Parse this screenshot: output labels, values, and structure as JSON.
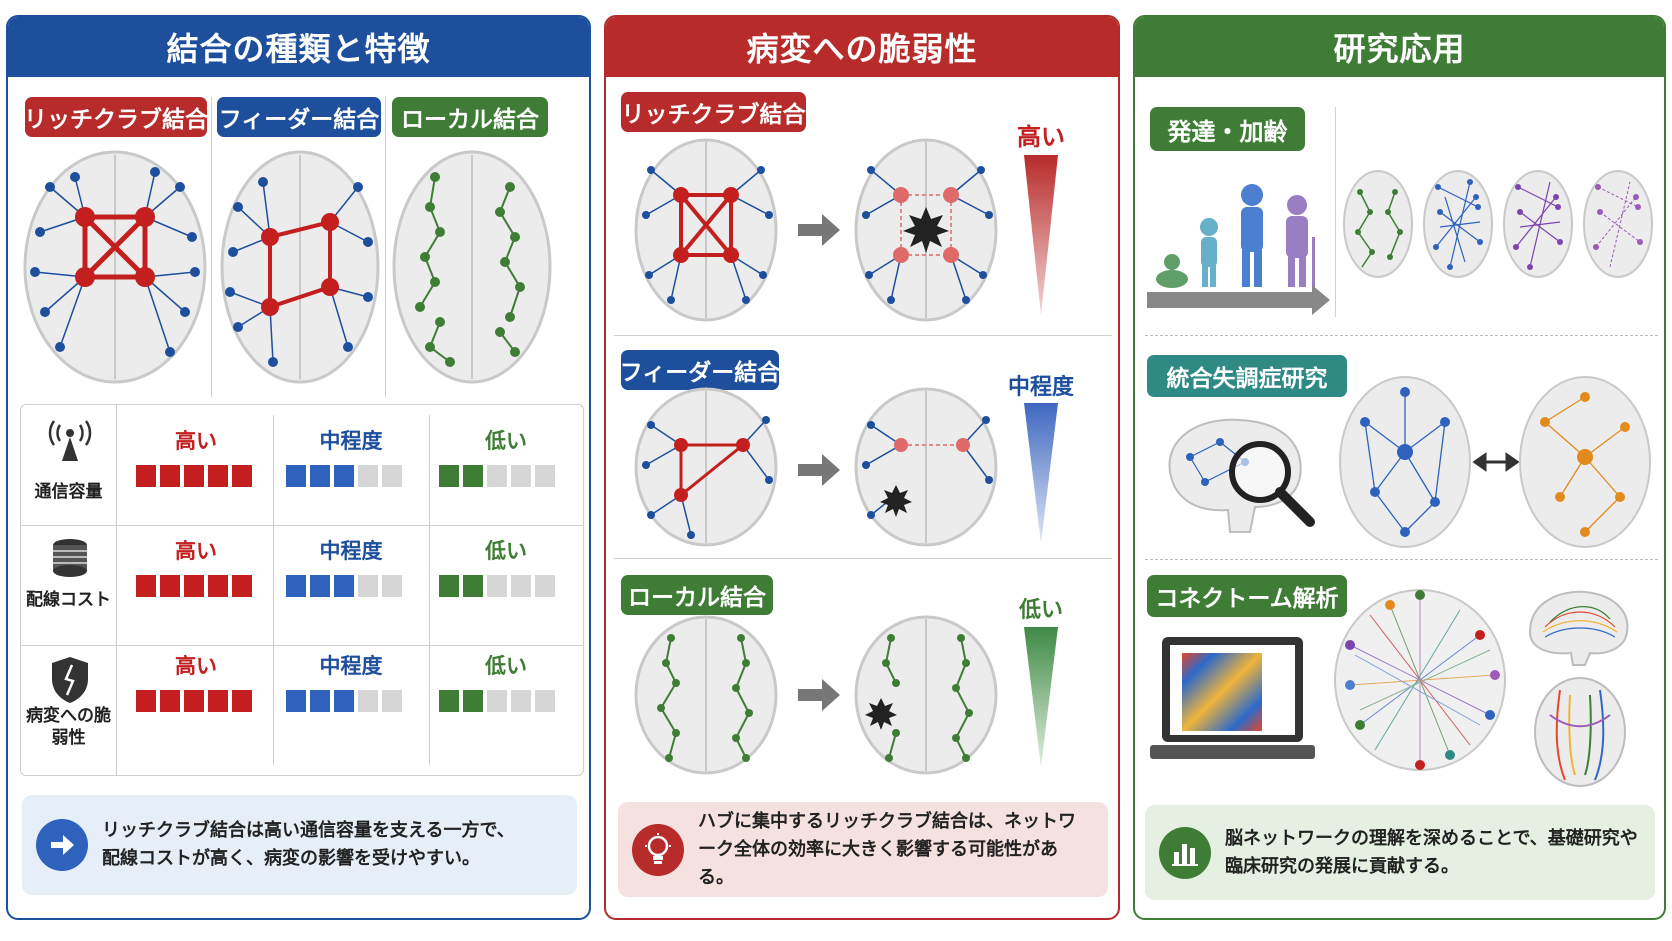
{
  "panel1": {
    "title": "結合の種類と特徴",
    "tags": [
      "リッチクラブ結合",
      "フィーダー結合",
      "ローカル結合"
    ],
    "rows": [
      {
        "label": "通信容量",
        "icon": "antenna-icon",
        "levels": [
          "高い",
          "中程度",
          "低い"
        ],
        "fills": [
          5,
          3,
          2
        ]
      },
      {
        "label": "配線コスト",
        "icon": "cable-spool-icon",
        "levels": [
          "高い",
          "中程度",
          "低い"
        ],
        "fills": [
          5,
          3,
          2
        ]
      },
      {
        "label": "病変への脆弱性",
        "icon": "broken-shield-icon",
        "levels": [
          "高い",
          "中程度",
          "低い"
        ],
        "fills": [
          5,
          3,
          2
        ]
      }
    ],
    "note": "リッチクラブ結合は高い通信容量を支える一方で、配線コストが高く、病変の影響を受けやすい。",
    "note_icon": "arrow-right-icon"
  },
  "panel2": {
    "title": "病変への脆弱性",
    "rows": [
      {
        "tag": "リッチクラブ結合",
        "level": "高い"
      },
      {
        "tag": "フィーダー結合",
        "level": "中程度"
      },
      {
        "tag": "ローカル結合",
        "level": "低い"
      }
    ],
    "note": "ハブに集中するリッチクラブ結合は、ネットワーク全体の効率に大きく影響する可能性がある。",
    "note_icon": "lightbulb-icon"
  },
  "panel3": {
    "title": "研究応用",
    "sections": [
      {
        "tag": "発達・加齢"
      },
      {
        "tag": "統合失調症研究"
      },
      {
        "tag": "コネクトーム解析"
      }
    ],
    "note": "脳ネットワークの理解を深めることで、基礎研究や臨床研究の発展に貢献する。",
    "note_icon": "bar-chart-icon"
  },
  "colors": {
    "red": "#b82b2b",
    "blue": "#1d4f9d",
    "green": "#3f7d36",
    "teal": "#2f8a86",
    "grey": "#d6d6d6"
  }
}
